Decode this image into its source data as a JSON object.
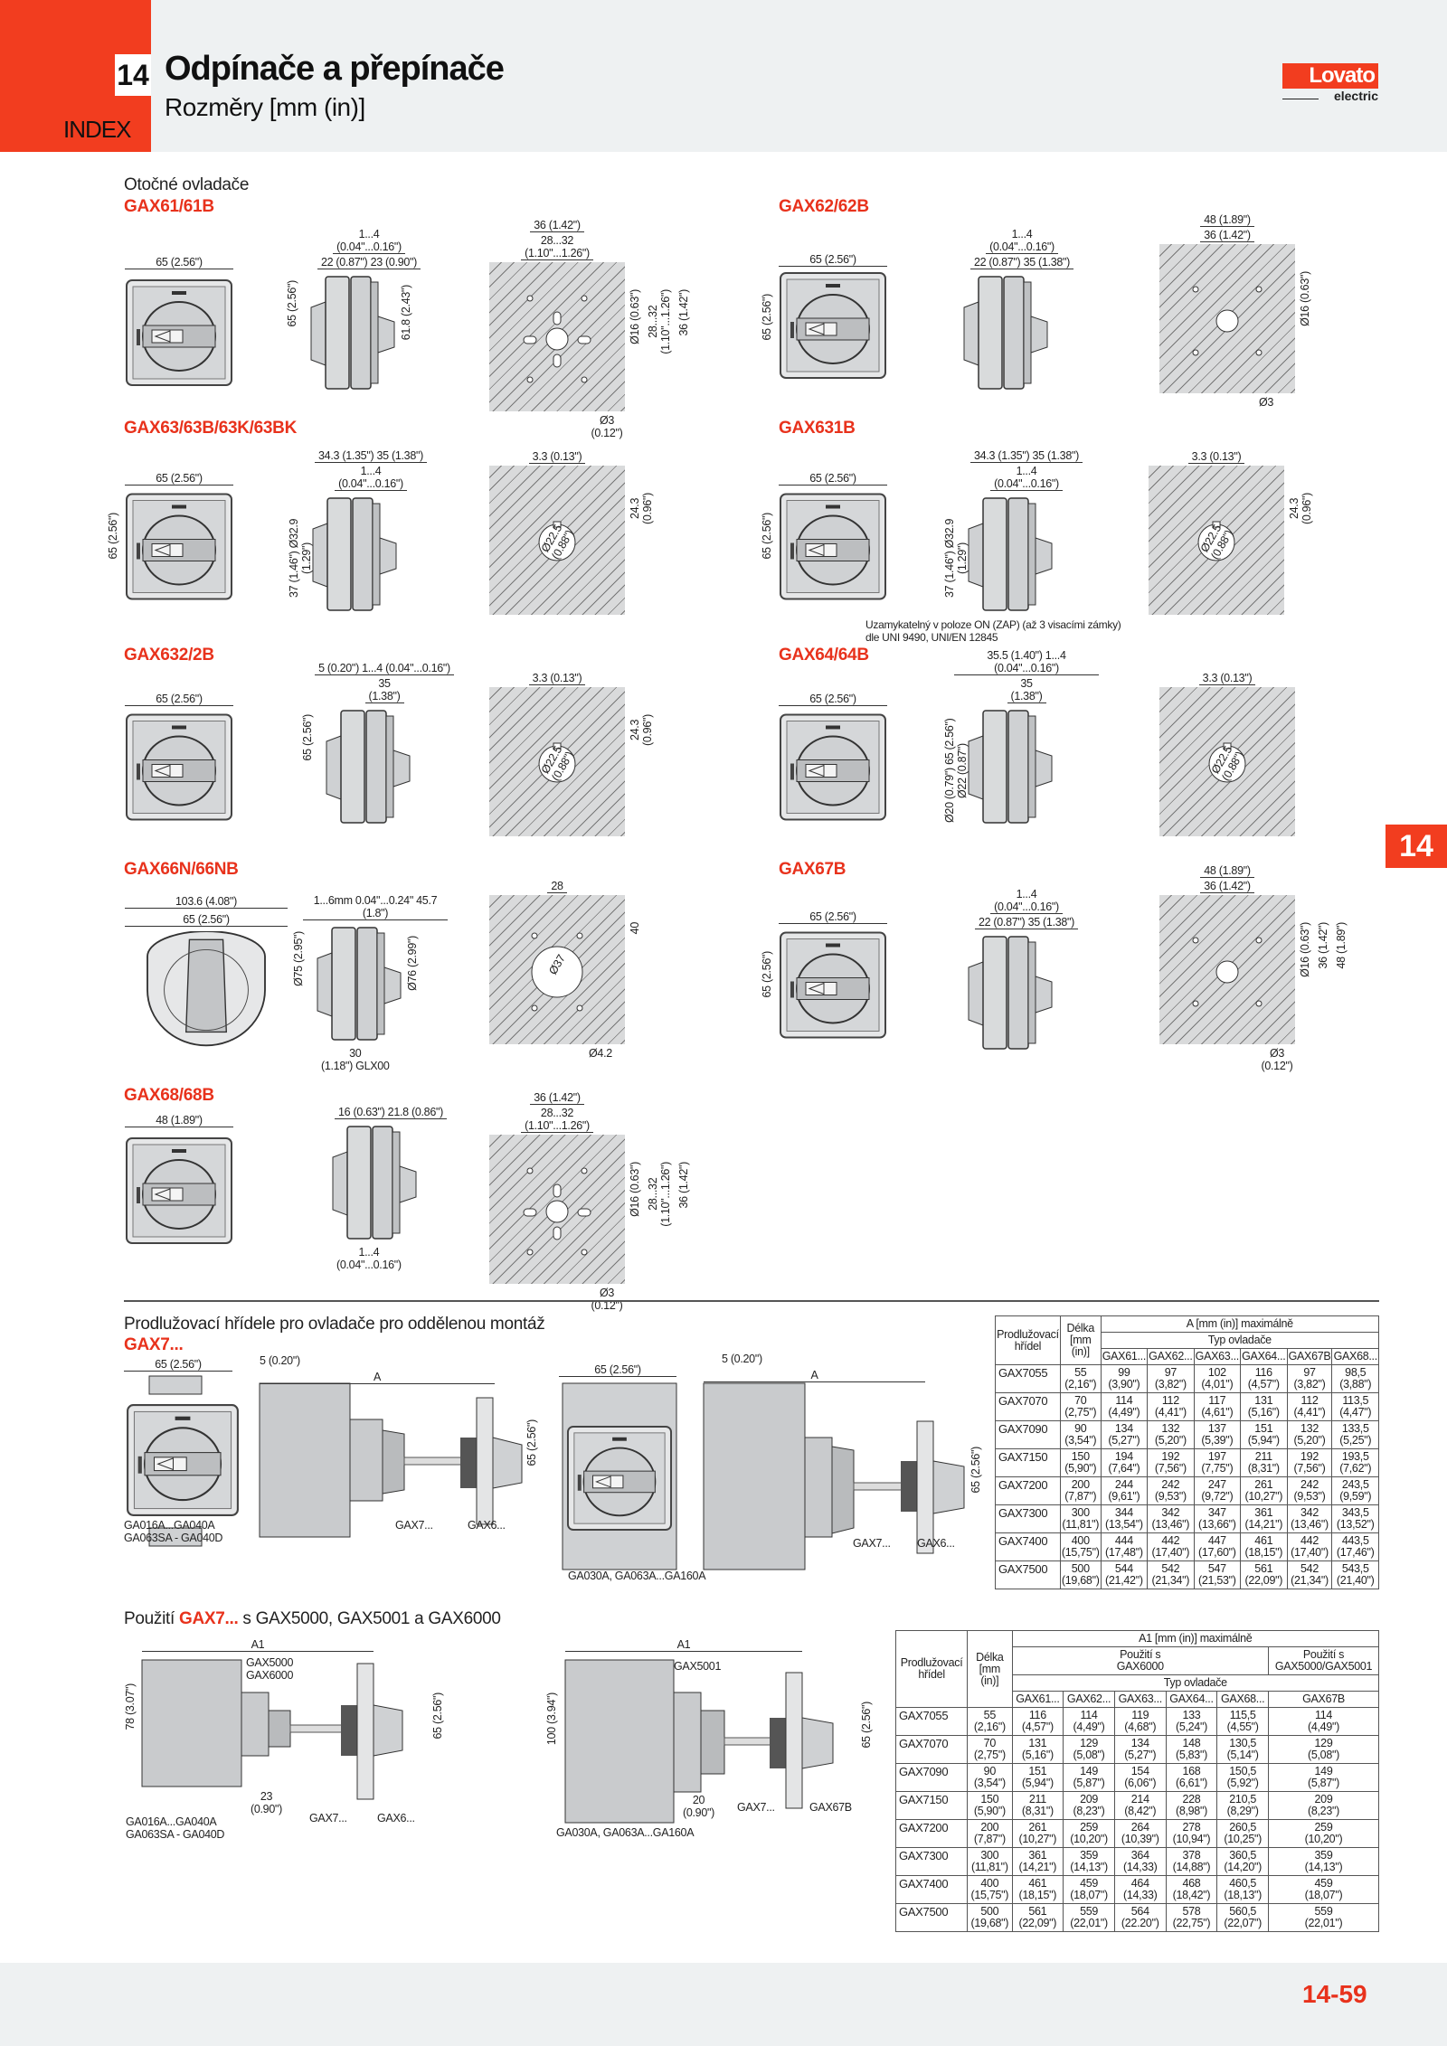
{
  "header": {
    "chapter": "14",
    "title": "Odpínače a přepínače",
    "subtitle": "Rozměry [mm (in)]",
    "index": "INDEX",
    "logo_brand": "Lovato",
    "logo_sub": "electric"
  },
  "side_tab": "14",
  "footer": {
    "page": "14-59"
  },
  "rotary_title": "Otočné ovladače",
  "lock_note": "Uzamykatelný v poloze ON (ZAP) (až 3 visacími zámky)\ndle UNI 9490, UNI/EN 12845",
  "products": [
    {
      "name": "GAX61/61B",
      "front": {
        "top": "65 (2.56\")",
        "left": ""
      },
      "side": {
        "top": [
          "22 (0.87\")   23 (0.90\")",
          "1...4\n(0.04\"...0.16\")"
        ],
        "left": "65 (2.56\")",
        "right": "61.8 (2.43\")",
        "bottom": ""
      },
      "panel": {
        "top": [
          "28...32\n(1.10\"...1.26\")",
          "36 (1.42\")"
        ],
        "right": [
          "Ø16 (0.63\")",
          "28...32\n(1.10\"...1.26\")",
          "36 (1.42\")"
        ],
        "bottom": "Ø3 (0.12\")",
        "center": ""
      }
    },
    {
      "name": "GAX62/62B",
      "front": {
        "top": "65 (2.56\")",
        "left": "65 (2.56\")"
      },
      "side": {
        "top": [
          "22 (0.87\")   35 (1.38\")",
          "1...4\n(0.04\"...0.16\")"
        ],
        "left": "",
        "right": "",
        "bottom": ""
      },
      "panel": {
        "top": [
          "36 (1.42\")",
          "48 (1.89\")"
        ],
        "right": [
          "Ø16 (0.63\")"
        ],
        "bottom": "Ø3",
        "center": ""
      }
    },
    {
      "name": "GAX63/63B/63K/63BK",
      "front": {
        "top": "65 (2.56\")",
        "left": "65 (2.56\")"
      },
      "side": {
        "top": [
          "1...4\n(0.04\"...0.16\")",
          "34.3 (1.35\")   35 (1.38\")"
        ],
        "left": "37 (1.46\")  Ø32.9 (1.29\")",
        "right": "",
        "bottom": ""
      },
      "panel": {
        "top": [
          "3.3 (0.13\")"
        ],
        "right": [
          "24.3\n(0.96\")"
        ],
        "bottom": "",
        "center": "Ø22.5\n(0.88\")"
      }
    },
    {
      "name": "GAX631B",
      "front": {
        "top": "65 (2.56\")",
        "left": "65 (2.56\")"
      },
      "side": {
        "top": [
          "1...4\n(0.04\"...0.16\")",
          "34.3 (1.35\")   35 (1.38\")"
        ],
        "left": "37 (1.46\")  Ø32.9 (1.29\")",
        "right": "",
        "bottom": ""
      },
      "panel": {
        "top": [
          "3.3 (0.13\")"
        ],
        "right": [
          "24.3\n(0.96\")"
        ],
        "bottom": "",
        "center": "Ø22.5\n(0.88\")"
      }
    },
    {
      "name": "GAX632/2B",
      "front": {
        "top": "65 (2.56\")",
        "left": ""
      },
      "side": {
        "top": [
          "35\n(1.38\")",
          "5 (0.20\")   1...4 (0.04\"...0.16\")"
        ],
        "left": "65 (2.56\")",
        "right": "",
        "bottom": ""
      },
      "panel": {
        "top": [
          "3.3 (0.13\")"
        ],
        "right": [
          "24.3\n(0.96\")"
        ],
        "bottom": "",
        "center": "Ø22.5\n(0.88\")"
      }
    },
    {
      "name": "GAX64/64B",
      "front": {
        "top": "65 (2.56\")",
        "left": ""
      },
      "side": {
        "top": [
          "35\n(1.38\")",
          "35.5 (1.40\")   1...4 (0.04\"...0.16\")"
        ],
        "left": "Ø20 (0.79\")  65 (2.56\")  Ø22 (0.87\")",
        "right": "",
        "bottom": ""
      },
      "panel": {
        "top": [
          "3.3 (0.13\")"
        ],
        "right": [],
        "bottom": "",
        "center": "Ø22.5\n(0.88\")"
      }
    },
    {
      "name": "GAX66N/66NB",
      "front": {
        "top": "65 (2.56\")",
        "left": "",
        "extra": "103.6 (4.08\")"
      },
      "side": {
        "top": [
          "1...6mm 0.04\"...0.24\"   45.7 (1.8\")"
        ],
        "left": "Ø75 (2.95\")",
        "right": "Ø76 (2.99\")",
        "bottom": "30\n(1.18\")   GLX00"
      },
      "panel": {
        "top": [
          "28"
        ],
        "right": [
          "40"
        ],
        "bottom": "Ø4.2",
        "center": "Ø37"
      }
    },
    {
      "name": "GAX67B",
      "front": {
        "top": "65 (2.56\")",
        "left": "65 (2.56\")"
      },
      "side": {
        "top": [
          "22 (0.87\")   35 (1.38\")",
          "1...4\n(0.04\"...0.16\")"
        ],
        "left": "",
        "right": "",
        "bottom": ""
      },
      "panel": {
        "top": [
          "36 (1.42\")",
          "48 (1.89\")"
        ],
        "right": [
          "Ø16 (0.63\")",
          "36 (1.42\")",
          "48 (1.89\")"
        ],
        "bottom": "Ø3 (0.12\")",
        "center": ""
      }
    },
    {
      "name": "GAX68/68B",
      "front": {
        "top": "48 (1.89\")",
        "left": ""
      },
      "side": {
        "top": [
          "16 (0.63\")   21.8 (0.86\")"
        ],
        "left": "",
        "right": "",
        "bottom": "1...4\n(0.04\"...0.16\")"
      },
      "panel": {
        "top": [
          "28...32\n(1.10\"...1.26\")",
          "36 (1.42\")"
        ],
        "right": [
          "Ø16 (0.63\")",
          "28...32\n(1.10\"...1.26\")",
          "36 (1.42\")"
        ],
        "bottom": "Ø3 (0.12\")",
        "center": ""
      }
    }
  ],
  "ext": {
    "title": "Prodlužovací hřídele pro ovladače pro oddělenou montáž",
    "code": "GAX7...",
    "d1": {
      "w": "65 (2.56\")",
      "gap": "5 (0.20\")",
      "a": "A",
      "h": "65 (2.56\")",
      "sw1": "GA016A...GA040A",
      "sw2": "GA063SA - GA040D",
      "shaft": "GAX7...",
      "op": "GAX6..."
    },
    "d2": {
      "w": "65 (2.56\")",
      "gap": "5 (0.20\")",
      "a": "A",
      "h": "65 (2.56\")",
      "sw1": "GA030A, GA063A...GA160A",
      "shaft": "GAX7...",
      "op": "GAX6..."
    }
  },
  "use": {
    "prefix": "Použití ",
    "code": "GAX7...",
    "suffix": " s GAX5000, GAX5001 a GAX6000",
    "d1": {
      "a": "A1",
      "m1": "GAX5000",
      "m2": "GAX6000",
      "h": "78 (3.07\")",
      "h2": "65 (2.56\")",
      "d": "23\n(0.90\")",
      "sw1": "GA016A...GA040A",
      "sw2": "GA063SA - GA040D",
      "shaft": "GAX7...",
      "op": "GAX6..."
    },
    "d2": {
      "a": "A1",
      "m1": "GAX5001",
      "h": "100 (3.94\")",
      "h2": "65 (2.56\")",
      "d": "20\n(0.90\")",
      "sw1": "GA030A, GA063A...GA160A",
      "shaft": "GAX7...",
      "op": "GAX67B"
    }
  },
  "table1": {
    "h_shaft": "Prodlužovací\nhřídel",
    "h_len": "Délka\n[mm\n(in)]",
    "h_a": "A [mm (in)] maximálně",
    "h_type": "Typ ovladače",
    "columns": [
      "GAX61...",
      "GAX62...",
      "GAX63...",
      "GAX64...",
      "GAX67B",
      "GAX68..."
    ],
    "rows": [
      {
        "shaft": "GAX7055",
        "len": "55\n(2,16\")",
        "v": [
          "99\n(3,90\")",
          "97\n(3,82\")",
          "102\n(4,01\")",
          "116\n(4,57\")",
          "97\n(3,82\")",
          "98,5\n(3,88\")"
        ]
      },
      {
        "shaft": "GAX7070",
        "len": "70\n(2,75\")",
        "v": [
          "114\n(4,49\")",
          "112\n(4,41\")",
          "117\n(4,61\")",
          "131\n(5,16\")",
          "112\n(4,41\")",
          "113,5\n(4,47\")"
        ]
      },
      {
        "shaft": "GAX7090",
        "len": "90\n(3,54\")",
        "v": [
          "134\n(5,27\")",
          "132\n(5,20\")",
          "137\n(5,39\")",
          "151\n(5,94\")",
          "132\n(5,20\")",
          "133,5\n(5,25\")"
        ]
      },
      {
        "shaft": "GAX7150",
        "len": "150\n(5,90\")",
        "v": [
          "194\n(7,64\")",
          "192\n(7,56\")",
          "197\n(7,75\")",
          "211\n(8,31\")",
          "192\n(7,56\")",
          "193,5\n(7,62\")"
        ]
      },
      {
        "shaft": "GAX7200",
        "len": "200\n(7,87\")",
        "v": [
          "244\n(9,61\")",
          "242\n(9,53\")",
          "247\n(9,72\")",
          "261\n(10,27\")",
          "242\n(9,53\")",
          "243,5\n(9,59\")"
        ]
      },
      {
        "shaft": "GAX7300",
        "len": "300\n(11,81\")",
        "v": [
          "344\n(13,54\")",
          "342\n(13,46\")",
          "347\n(13,66\")",
          "361\n(14,21\")",
          "342\n(13,46\")",
          "343,5\n(13,52\")"
        ]
      },
      {
        "shaft": "GAX7400",
        "len": "400\n(15,75\")",
        "v": [
          "444\n(17,48\")",
          "442\n(17,40\")",
          "447\n(17,60\")",
          "461\n(18,15\")",
          "442\n(17,40\")",
          "443,5\n(17,46\")"
        ]
      },
      {
        "shaft": "GAX7500",
        "len": "500\n(19,68\")",
        "v": [
          "544\n(21,42\")",
          "542\n(21,34\")",
          "547\n(21,53\")",
          "561\n(22,09\")",
          "542\n(21,34\")",
          "543,5\n(21,40\")"
        ]
      }
    ]
  },
  "table2": {
    "h_shaft": "Prodlužovací\nhřídel",
    "h_len": "Délka\n[mm\n(in)]",
    "h_a": "A1 [mm (in)] maximálně",
    "h_g6": "Použití s\nGAX6000",
    "h_g5": "Použití s\nGAX5000/GAX5001",
    "h_type": "Typ ovladače",
    "columns": [
      "GAX61...",
      "GAX62...",
      "GAX63...",
      "GAX64...",
      "GAX68...",
      "GAX67B"
    ],
    "rows": [
      {
        "shaft": "GAX7055",
        "len": "55\n(2,16\")",
        "v": [
          "116\n(4,57\")",
          "114\n(4,49\")",
          "119\n(4,68\")",
          "133\n(5,24\")",
          "115,5\n(4,55\")",
          "114\n(4,49\")"
        ]
      },
      {
        "shaft": "GAX7070",
        "len": "70\n(2,75\")",
        "v": [
          "131\n(5,16\")",
          "129\n(5,08\")",
          "134\n(5,27\")",
          "148\n(5,83\")",
          "130,5\n(5,14\")",
          "129\n(5,08\")"
        ]
      },
      {
        "shaft": "GAX7090",
        "len": "90\n(3,54\")",
        "v": [
          "151\n(5,94\")",
          "149\n(5,87\")",
          "154\n(6,06\")",
          "168\n(6,61\")",
          "150,5\n(5,92\")",
          "149\n(5,87\")"
        ]
      },
      {
        "shaft": "GAX7150",
        "len": "150\n(5,90\")",
        "v": [
          "211\n(8,31\")",
          "209\n(8,23\")",
          "214\n(8,42\")",
          "228\n(8,98\")",
          "210,5\n(8,29\")",
          "209\n(8,23\")"
        ]
      },
      {
        "shaft": "GAX7200",
        "len": "200\n(7,87\")",
        "v": [
          "261\n(10,27\")",
          "259\n(10,20\")",
          "264\n(10,39\")",
          "278\n(10,94\")",
          "260,5\n(10,25\")",
          "259\n(10,20\")"
        ]
      },
      {
        "shaft": "GAX7300",
        "len": "300\n(11,81\")",
        "v": [
          "361\n(14,21\")",
          "359\n(14,13\")",
          "364\n(14,33)",
          "378\n(14,88\")",
          "360,5\n(14,20\")",
          "359\n(14,13\")"
        ]
      },
      {
        "shaft": "GAX7400",
        "len": "400\n(15,75\")",
        "v": [
          "461\n(18,15\")",
          "459\n(18,07\")",
          "464\n(14,33)",
          "468\n(18,42\")",
          "460,5\n(18,13\")",
          "459\n(18,07\")"
        ]
      },
      {
        "shaft": "GAX7500",
        "len": "500\n(19,68\")",
        "v": [
          "561\n(22,09\")",
          "559\n(22,01\")",
          "564\n(22.20\")",
          "578\n(22,75\")",
          "560,5\n(22,07\")",
          "559\n(22,01\")"
        ]
      }
    ]
  }
}
